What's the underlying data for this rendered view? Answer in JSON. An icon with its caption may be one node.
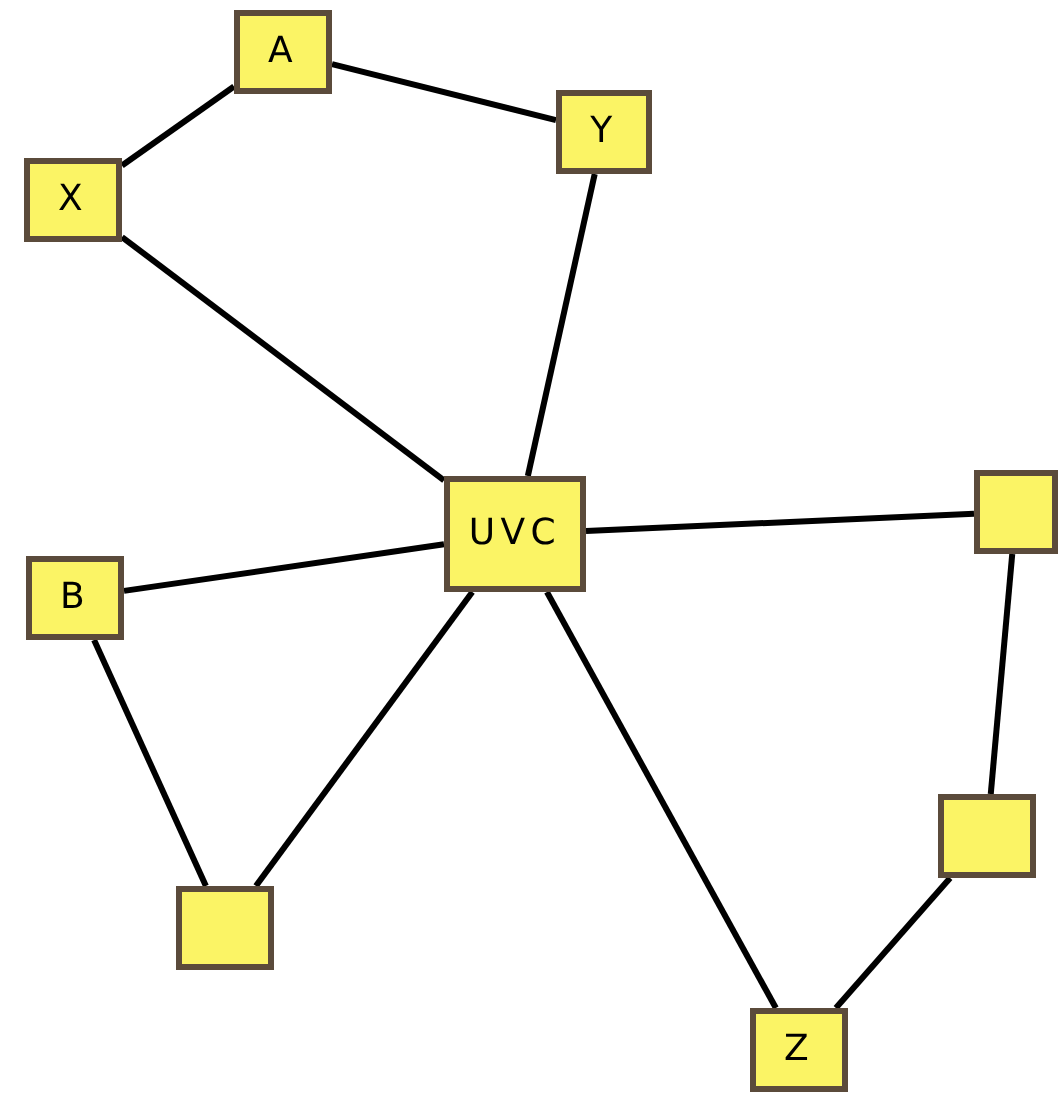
{
  "diagram": {
    "nodes": [
      {
        "text": [
          "A"
        ]
      },
      {
        "text": [
          "Y"
        ]
      },
      {
        "text": [
          "X"
        ]
      },
      {
        "text": [
          "UVC"
        ]
      },
      {
        "text": [],
        "shape": "box"
      },
      {
        "text": [
          "B"
        ]
      },
      {
        "text": [],
        "shape": "box"
      },
      {
        "text": [],
        "shape": "box"
      },
      {
        "text": [
          "Z"
        ]
      }
    ],
    "edges": [
      {
        "from": 0,
        "to": 2,
        "arrow": "none"
      },
      {
        "from": 0,
        "to": 1,
        "arrow": "none"
      },
      {
        "from": 2,
        "to": 3,
        "arrow": "none"
      },
      {
        "from": 1,
        "to": 3,
        "arrow": "none"
      },
      {
        "from": 3,
        "to": 4,
        "arrow": "none"
      },
      {
        "from": 3,
        "to": 5,
        "arrow": "none"
      },
      {
        "from": 3,
        "to": 7,
        "arrow": "none"
      },
      {
        "from": 3,
        "to": 8,
        "arrow": "none"
      },
      {
        "from": 5,
        "to": 7,
        "arrow": "none"
      },
      {
        "from": 4,
        "to": 6,
        "arrow": "none"
      },
      {
        "from": 6,
        "to": 8,
        "arrow": "none"
      }
    ]
  }
}
